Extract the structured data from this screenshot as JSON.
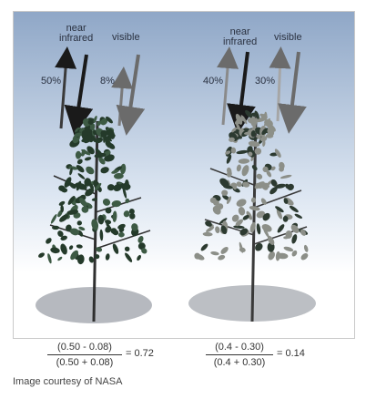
{
  "figure": {
    "left_tree": {
      "near_label": [
        "near",
        "infrared"
      ],
      "visible_label": "visible",
      "near_pct": "50%",
      "visible_pct": "8%"
    },
    "right_tree": {
      "near_label": [
        "near",
        "infrared"
      ],
      "visible_label": "visible",
      "near_pct": "40%",
      "visible_pct": "30%"
    },
    "colors": {
      "sky_top": "#8fa7c7",
      "sky_bottom": "#ffffff",
      "healthy_leaf": "#243a2a",
      "stressed_leaf": "#8c8f88",
      "near_arrow": "#1a1a1a",
      "visible_arrow": "#6b6b6b"
    }
  },
  "formulas": [
    {
      "numerator": "(0.50 - 0.08)",
      "denominator": "(0.50 + 0.08)",
      "result": "= 0.72"
    },
    {
      "numerator": "(0.4 - 0.30)",
      "denominator": "(0.4 + 0.30)",
      "result": "= 0.14"
    }
  ],
  "caption": "Image courtesy of NASA"
}
